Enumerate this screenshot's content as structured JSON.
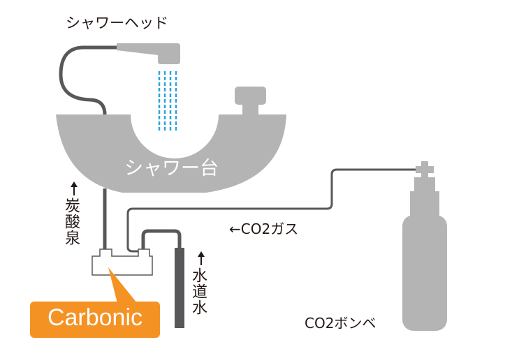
{
  "labels": {
    "showerhead": "シャワーヘッド",
    "shower_base": "シャワー台",
    "carbonated_spring": "炭酸泉",
    "tap_water": "水道水",
    "co2_gas": "←CO2ガス",
    "co2_cylinder": "CO2ボンベ",
    "device": "Carbonic"
  },
  "colors": {
    "device_accent": "#f59224",
    "fixture_gray": "#b4b4b4",
    "pipe_dark": "#58585a",
    "water_blue": "#29a3dc",
    "text_dark": "#231815"
  }
}
